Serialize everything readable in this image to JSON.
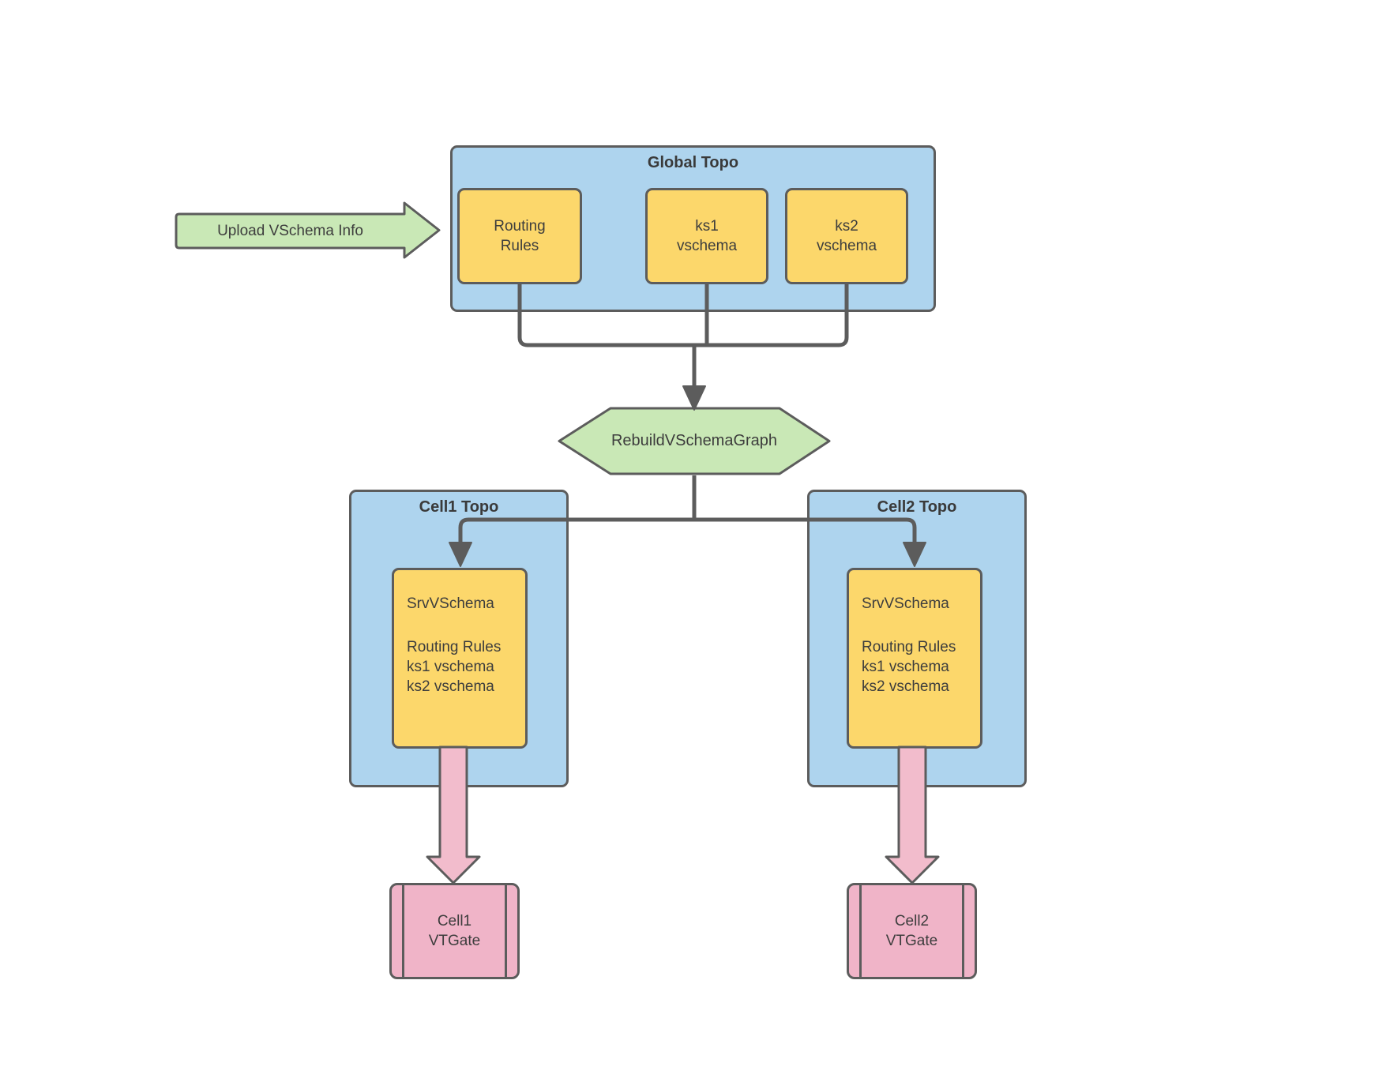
{
  "colors": {
    "container_blue": "#aed4ee",
    "node_yellow": "#fcd76b",
    "accent_green": "#c9e8b6",
    "pink_fill": "#f0b4c8",
    "pink_arrow": "#f2bccc",
    "line_gray": "#5c5c5c",
    "text_gray": "#3d3d3d",
    "background": "#ffffff"
  },
  "upload_arrow": {
    "label": "Upload VSchema Info"
  },
  "global_topo": {
    "title": "Global Topo",
    "nodes": [
      {
        "lines": [
          "Routing",
          "Rules"
        ]
      },
      {
        "lines": [
          "ks1",
          "vschema"
        ]
      },
      {
        "lines": [
          "ks2",
          "vschema"
        ]
      }
    ]
  },
  "rebuild_step": {
    "label": "RebuildVSchemaGraph"
  },
  "cells": [
    {
      "title": "Cell1 Topo",
      "srv_lines": [
        "SrvVSchema",
        "Routing Rules",
        "ks1 vschema",
        "ks2 vschema"
      ],
      "vtgate_lines": [
        "Cell1",
        "VTGate"
      ]
    },
    {
      "title": "Cell2 Topo",
      "srv_lines": [
        "SrvVSchema",
        "Routing Rules",
        "ks1 vschema",
        "ks2 vschema"
      ],
      "vtgate_lines": [
        "Cell2",
        "VTGate"
      ]
    }
  ]
}
